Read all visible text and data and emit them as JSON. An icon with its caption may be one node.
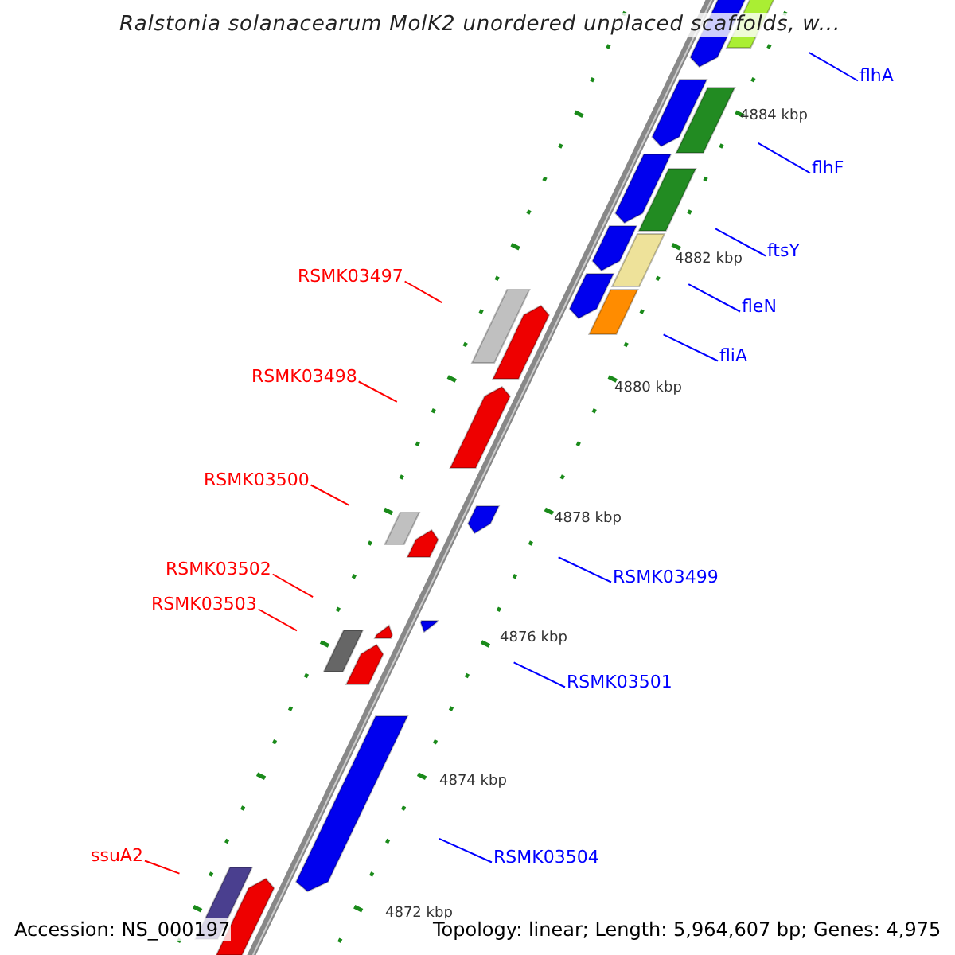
{
  "diagram": {
    "title": "Ralstonia solanacearum MolK2 unordered unplaced scaffolds, w...",
    "nodes": [
      {
        "text": [
          "flhA"
        ]
      },
      {
        "text": [
          "flhF"
        ]
      },
      {
        "text": [
          "ftsY"
        ]
      },
      {
        "text": [
          "fleN"
        ]
      },
      {
        "text": [
          "RSMK03497"
        ]
      },
      {
        "text": [
          "fliA"
        ]
      },
      {
        "text": [
          "RSMK03498"
        ]
      },
      {
        "text": [
          "RSMK03500"
        ]
      },
      {
        "text": [
          "RSMK03502"
        ]
      },
      {
        "text": [
          "RSMK03499"
        ]
      },
      {
        "text": [
          "RSMK03503"
        ]
      },
      {
        "text": [
          "RSMK03501"
        ]
      },
      {
        "text": [
          "RSMK03504"
        ]
      },
      {
        "text": [
          "ssuA2"
        ]
      }
    ],
    "edges": [
      {
        "from": 0,
        "to": null,
        "arrow": "none"
      },
      {
        "from": 1,
        "to": null,
        "arrow": "none"
      },
      {
        "from": 2,
        "to": null,
        "arrow": "none"
      },
      {
        "from": 3,
        "to": null,
        "arrow": "none"
      },
      {
        "from": 4,
        "to": null,
        "arrow": "none",
        "color": "#ff0000"
      },
      {
        "from": 5,
        "to": null,
        "arrow": "none"
      },
      {
        "from": 6,
        "to": null,
        "arrow": "none",
        "color": "#ff0000"
      },
      {
        "from": 7,
        "to": null,
        "arrow": "none",
        "color": "#ff0000"
      },
      {
        "from": 8,
        "to": null,
        "arrow": "none",
        "color": "#ff0000"
      },
      {
        "from": 9,
        "to": null,
        "arrow": "none"
      },
      {
        "from": 10,
        "to": null,
        "arrow": "none",
        "color": "#ff0000"
      },
      {
        "from": 11,
        "to": null,
        "arrow": "none"
      },
      {
        "from": 12,
        "to": null,
        "arrow": "none"
      },
      {
        "from": 13,
        "to": null,
        "arrow": "none",
        "color": "#ff0000"
      }
    ],
    "labels": [
      "4884 kbp",
      "4882 kbp",
      "4880 kbp",
      "4878 kbp",
      "4876 kbp",
      "4874 kbp",
      "4872 kbp",
      "Accession: NS_000197",
      "Topology: linear; Length: 5,964,607 bp; Genes: 4,975"
    ]
  }
}
